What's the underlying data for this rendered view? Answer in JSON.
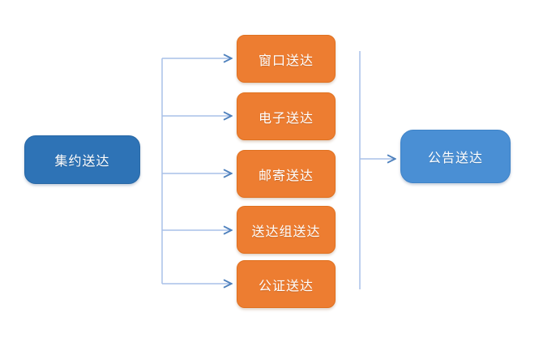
{
  "diagram": {
    "title": "",
    "source": {
      "label": "集约送达"
    },
    "methods": [
      {
        "label": "窗口送达"
      },
      {
        "label": "电子送达"
      },
      {
        "label": "邮寄送达"
      },
      {
        "label": "送达组送达"
      },
      {
        "label": "公证送达"
      }
    ],
    "fallback": {
      "label": "公告送达"
    }
  },
  "colors": {
    "source_box": "#2e73b6",
    "method_box": "#ed7d31",
    "fallback_box": "#4a8fd4",
    "connector_line": "#a9c0e8",
    "arrowhead": "#4f81bd",
    "text": "#ffffff",
    "background": "#ffffff"
  }
}
